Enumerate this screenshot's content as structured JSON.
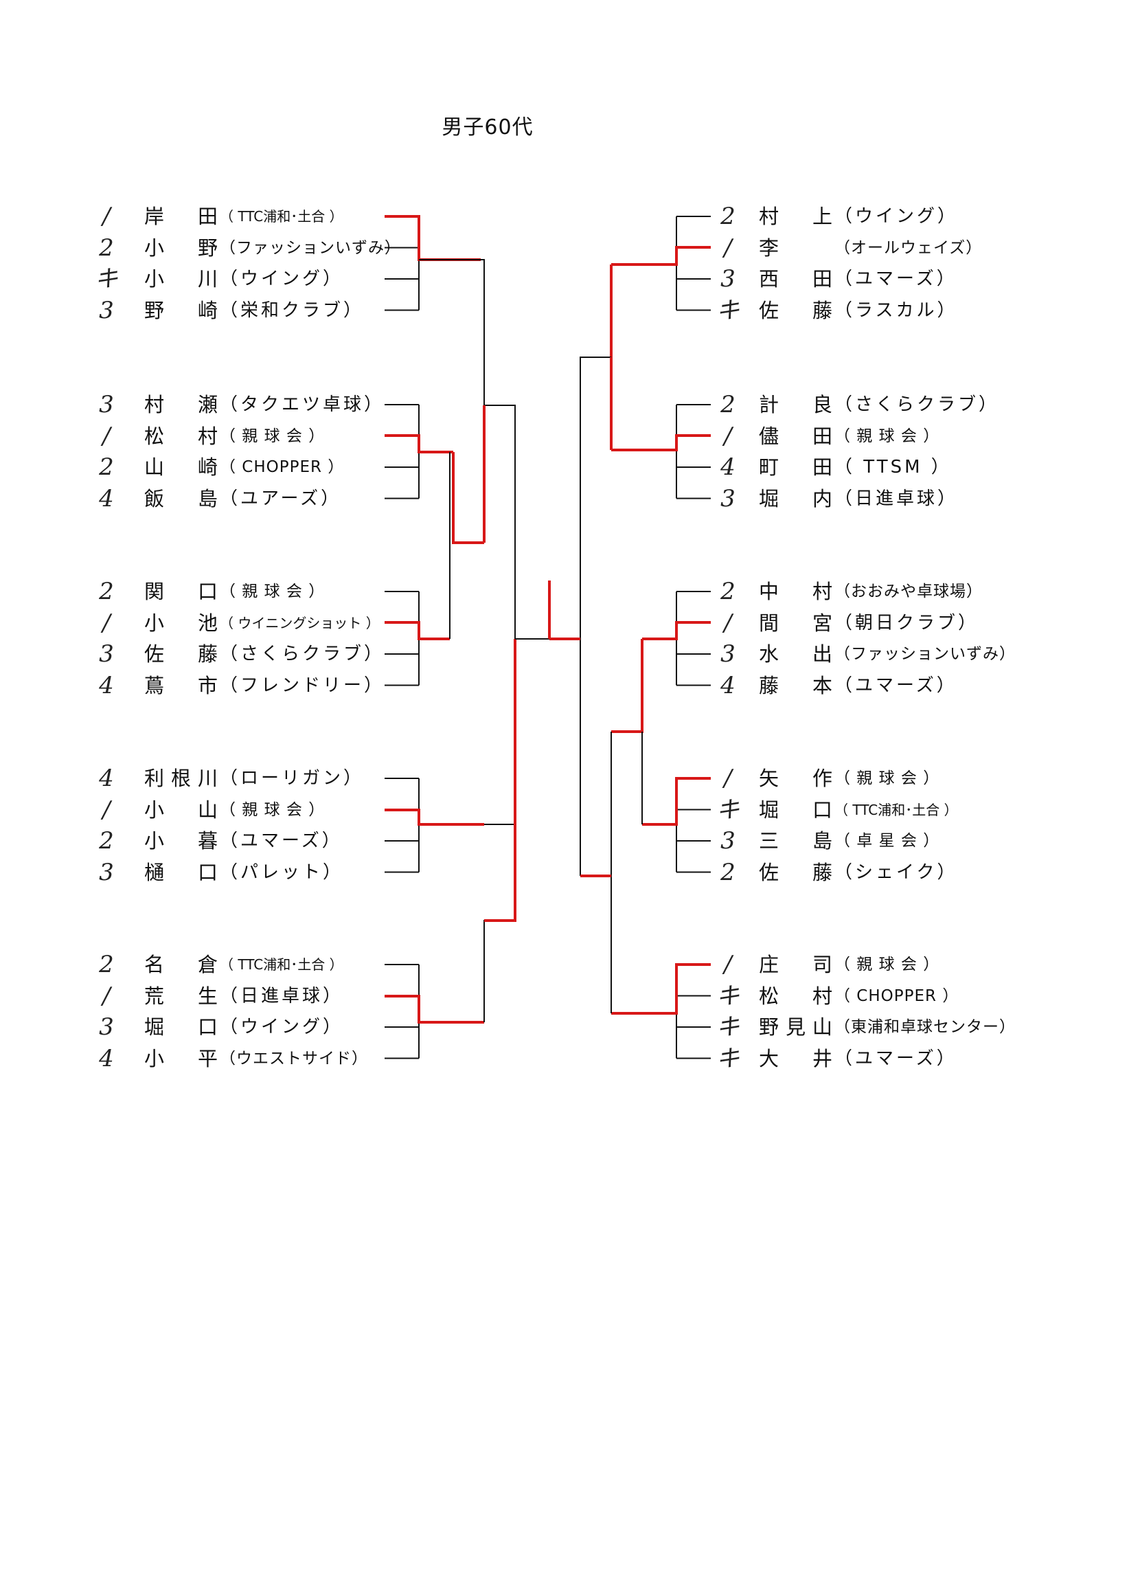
{
  "title": "男子60代",
  "left": [
    [
      {
        "rank": "/",
        "name": "岸　田",
        "club": "（ TTC浦和･土合 ）"
      },
      {
        "rank": "2",
        "name": "小　野",
        "club": "（ファッションいずみ）"
      },
      {
        "rank": "キ",
        "name": "小　川",
        "club": "（ウイング）"
      },
      {
        "rank": "3",
        "name": "野　崎",
        "club": "（栄和クラブ）"
      }
    ],
    [
      {
        "rank": "3",
        "name": "村　瀬",
        "club": "（タクエツ卓球）"
      },
      {
        "rank": "/",
        "name": "松　村",
        "club": "（ 親 球 会 ）"
      },
      {
        "rank": "2",
        "name": "山　崎",
        "club": "（ CHOPPER ）"
      },
      {
        "rank": "4",
        "name": "飯　島",
        "club": "（ユアーズ）"
      }
    ],
    [
      {
        "rank": "2",
        "name": "関　口",
        "club": "（ 親 球 会 ）"
      },
      {
        "rank": "/",
        "name": "小　池",
        "club": "（ ウイニングショット ）"
      },
      {
        "rank": "3",
        "name": "佐　藤",
        "club": "（さくらクラブ）"
      },
      {
        "rank": "4",
        "name": "蔦　市",
        "club": "（フレンドリー）"
      }
    ],
    [
      {
        "rank": "4",
        "name": "利根川",
        "club": "（ローリガン）"
      },
      {
        "rank": "/",
        "name": "小　山",
        "club": "（ 親 球 会 ）"
      },
      {
        "rank": "2",
        "name": "小　暮",
        "club": "（ユマーズ）"
      },
      {
        "rank": "3",
        "name": "樋　口",
        "club": "（パレット）"
      }
    ],
    [
      {
        "rank": "2",
        "name": "名　倉",
        "club": "（ TTC浦和･土合 ）"
      },
      {
        "rank": "/",
        "name": "荒　生",
        "club": "（日進卓球）"
      },
      {
        "rank": "3",
        "name": "堀　口",
        "club": "（ウイング）"
      },
      {
        "rank": "4",
        "name": "小　平",
        "club": "（ウエストサイド）"
      }
    ]
  ],
  "right": [
    [
      {
        "rank": "2",
        "name": "村　上",
        "club": "（ウイング）"
      },
      {
        "rank": "/",
        "name": "李",
        "club": "（オールウェイズ）"
      },
      {
        "rank": "3",
        "name": "西　田",
        "club": "（ユマーズ）"
      },
      {
        "rank": "キ",
        "name": "佐　藤",
        "club": "（ラスカル）"
      }
    ],
    [
      {
        "rank": "2",
        "name": "計　良",
        "club": "（さくらクラブ）"
      },
      {
        "rank": "/",
        "name": "儘　田",
        "club": "（ 親 球 会 ）"
      },
      {
        "rank": "4",
        "name": "町　田",
        "club": "（ TTSM ）"
      },
      {
        "rank": "3",
        "name": "堀　内",
        "club": "（日進卓球）"
      }
    ],
    [
      {
        "rank": "2",
        "name": "中　村",
        "club": "（おおみや卓球場）"
      },
      {
        "rank": "/",
        "name": "間　宮",
        "club": "（朝日クラブ）"
      },
      {
        "rank": "3",
        "name": "水　出",
        "club": "（ファッションいずみ）"
      },
      {
        "rank": "4",
        "name": "藤　本",
        "club": "（ユマーズ）"
      }
    ],
    [
      {
        "rank": "/",
        "name": "矢　作",
        "club": "（ 親 球 会 ）"
      },
      {
        "rank": "キ",
        "name": "堀　口",
        "club": "（ TTC浦和･土合 ）"
      },
      {
        "rank": "3",
        "name": "三　島",
        "club": "（ 卓 星 会 ）"
      },
      {
        "rank": "2",
        "name": "佐　藤",
        "club": "（シェイク）"
      }
    ],
    [
      {
        "rank": "/",
        "name": "庄　司",
        "club": "（ 親 球 会 ）"
      },
      {
        "rank": "キ",
        "name": "松　村",
        "club": "（ CHOPPER ）"
      },
      {
        "rank": "キ",
        "name": "野見山",
        "club": "（東浦和卓球センター）"
      },
      {
        "rank": "キ",
        "name": "大　井",
        "club": "（ユマーズ）"
      }
    ]
  ]
}
